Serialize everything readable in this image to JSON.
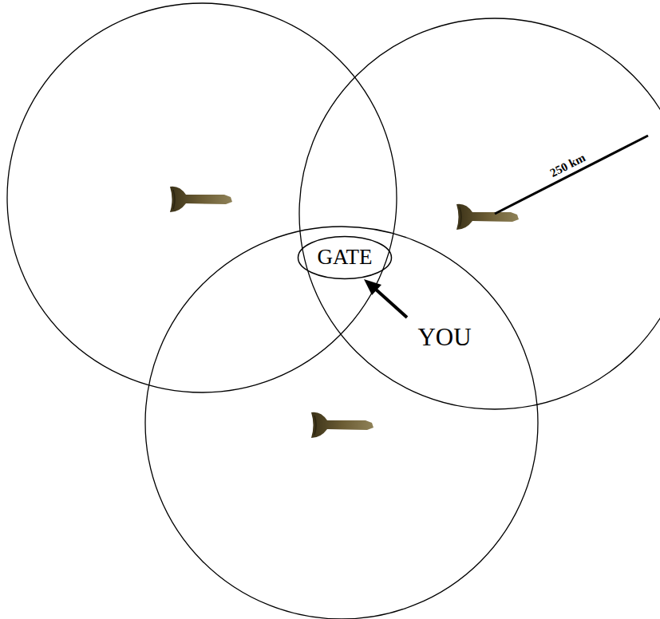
{
  "diagram": {
    "nodes": [
      {
        "text": [
          "GATE"
        ]
      }
    ],
    "labels": [
      "YOU",
      "250 km"
    ]
  }
}
